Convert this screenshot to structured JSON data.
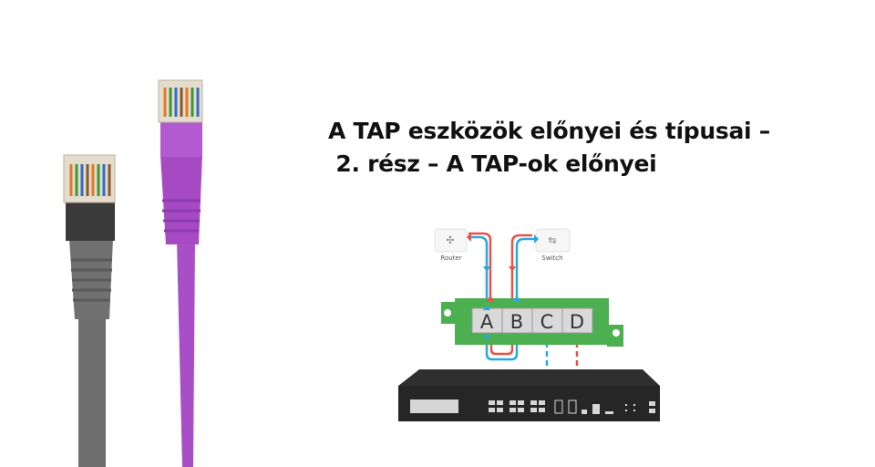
{
  "title": {
    "line1": "A TAP eszközök előnyei és típusai –",
    "line2": " 2. rész – A TAP-ok előnyei"
  },
  "diagram": {
    "router_label": "Router",
    "switch_label": "Switch",
    "ports": [
      "A",
      "B",
      "C",
      "D"
    ],
    "colors": {
      "board": "#4caf50",
      "blue": "#29a8e0",
      "red": "#e5534b",
      "device": "#2b2b2b"
    }
  }
}
